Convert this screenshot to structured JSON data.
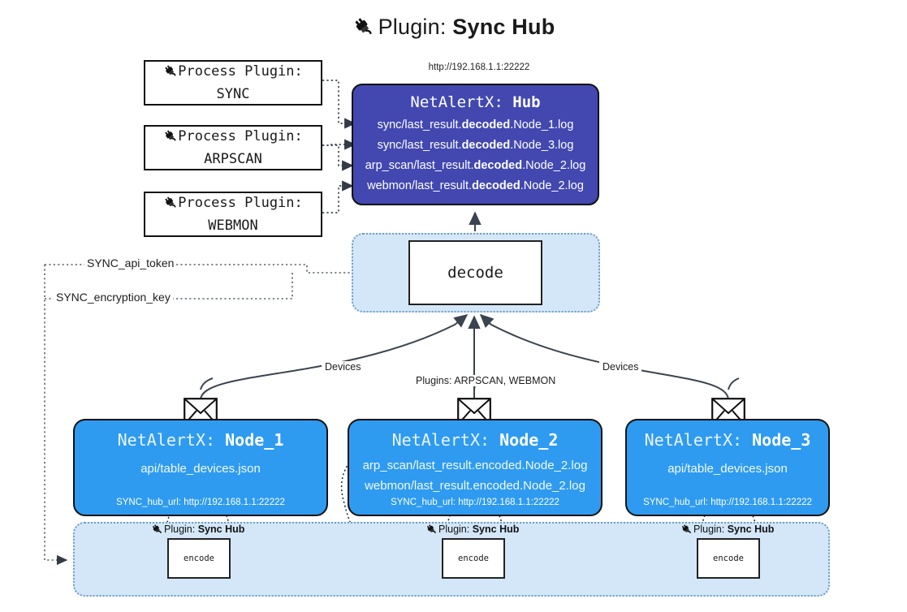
{
  "header": {
    "icon": "plug-icon",
    "prefix": "Plugin:",
    "name": "Sync Hub"
  },
  "hub": {
    "url": "http://192.168.1.1:22222",
    "title_prefix": "NetAlertX:",
    "title_name": "Hub",
    "log_lines": [
      {
        "pre": "sync/last_result.",
        "em": "decoded",
        "post": ".Node_1.log"
      },
      {
        "pre": "sync/last_result.",
        "em": "decoded",
        "post": ".Node_3.log"
      },
      {
        "pre": "arp_scan/last_result.",
        "em": "decoded",
        "post": ".Node_2.log"
      },
      {
        "pre": "webmon/last_result.",
        "em": "decoded",
        "post": ".Node_2.log"
      }
    ],
    "color": "#4248b0"
  },
  "process_plugins": [
    {
      "title": "Process Plugin:",
      "name": "SYNC"
    },
    {
      "title": "Process Plugin:",
      "name": "ARPSCAN"
    },
    {
      "title": "Process Plugin:",
      "name": "WEBMON"
    }
  ],
  "decode": {
    "label": "decode"
  },
  "settings": {
    "api_token": "SYNC_api_token",
    "encryption_key": "SYNC_encryption_key"
  },
  "edge_labels": {
    "devices_left": "Devices",
    "devices_right": "Devices",
    "plugins_center": "Plugins: ARPSCAN, WEBMON"
  },
  "nodes": [
    {
      "title_prefix": "NetAlertX:",
      "title_name": "Node_1",
      "lines": [
        "api/table_devices.json"
      ],
      "hub_url": "SYNC_hub_url: http://192.168.1.1:22222",
      "color": "#2e9bf0"
    },
    {
      "title_prefix": "NetAlertX:",
      "title_name": "Node_2",
      "lines": [
        "arp_scan/last_result.encoded.Node_2.log",
        "webmon/last_result.encoded.Node_2.log"
      ],
      "hub_url": "SYNC_hub_url: http://192.168.1.1:22222",
      "color": "#2e9bf0"
    },
    {
      "title_prefix": "NetAlertX:",
      "title_name": "Node_3",
      "lines": [
        "api/table_devices.json"
      ],
      "hub_url": "SYNC_hub_url: http://192.168.1.1:22222",
      "color": "#2e9bf0"
    }
  ],
  "encoders": [
    {
      "plugin_prefix": "Plugin:",
      "plugin_name": "Sync Hub",
      "label": "encode"
    },
    {
      "plugin_prefix": "Plugin:",
      "plugin_name": "Sync Hub",
      "label": "encode"
    },
    {
      "plugin_prefix": "Plugin:",
      "plugin_name": "Sync Hub",
      "label": "encode"
    }
  ]
}
